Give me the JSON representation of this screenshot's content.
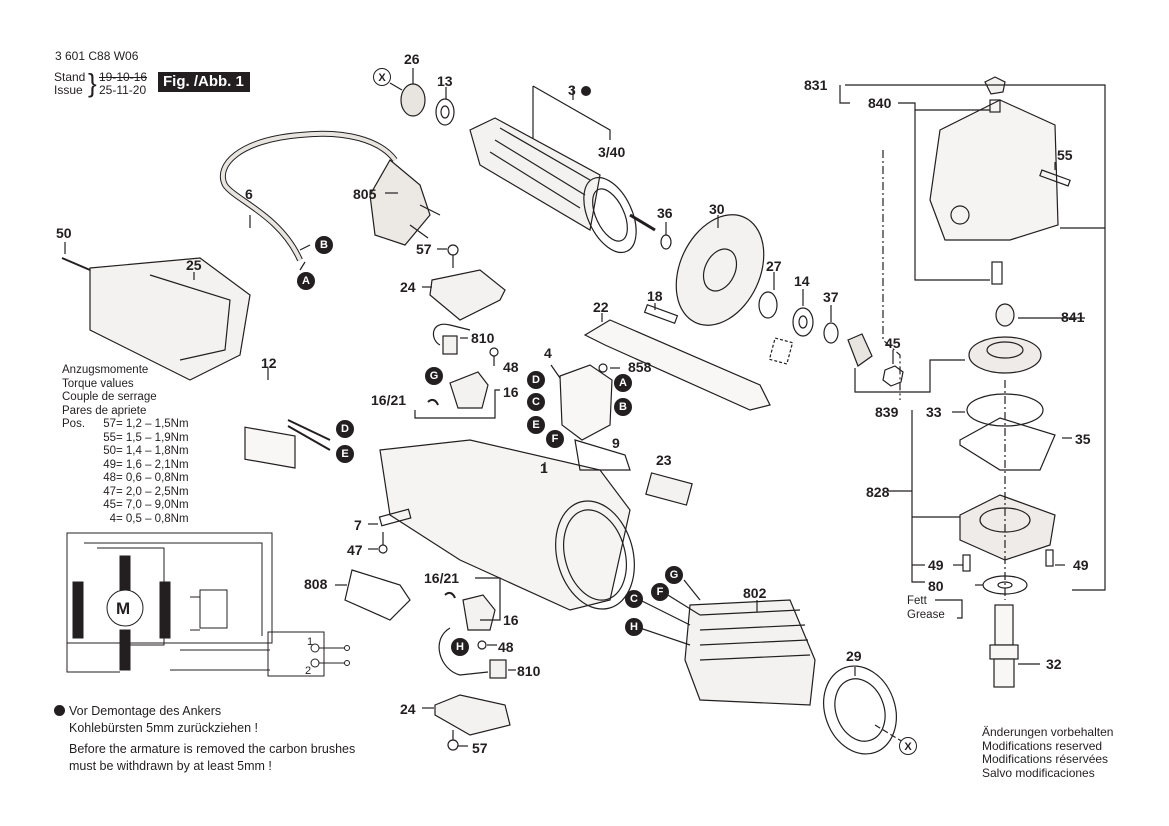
{
  "header": {
    "part_number": "3 601 C88 W06",
    "stand_label": "Stand",
    "issue_label": "Issue",
    "old_date": "19-10-16",
    "new_date": "25-11-20",
    "figure_label": "Fig. /Abb. 1"
  },
  "torque": {
    "titles": [
      "Anzugsmomente",
      "Torque values",
      "Couple de serrage",
      "Pares de apriete"
    ],
    "pos_label": "Pos.",
    "rows": [
      {
        "pos": "57",
        "range": "= 1,2  –  1,5Nm"
      },
      {
        "pos": "55",
        "range": "= 1,5  –  1,9Nm"
      },
      {
        "pos": "50",
        "range": "= 1,4  –  1,8Nm"
      },
      {
        "pos": "49",
        "range": "= 1,6  –  2,1Nm"
      },
      {
        "pos": "48",
        "range": "= 0,6  –  0,8Nm"
      },
      {
        "pos": "47",
        "range": "= 2,0  –  2,5Nm"
      },
      {
        "pos": "45",
        "range": "= 7,0  –  9,0Nm"
      },
      {
        "pos": "4",
        "range": "= 0,5  –  0,8Nm"
      }
    ]
  },
  "wiring": {
    "motor_label": "M",
    "switch_contact_1": "1",
    "switch_contact_2": "2"
  },
  "armature_note": {
    "line1": "Vor Demontage des Ankers",
    "line2": "Kohlebürsten 5mm zurückziehen !",
    "line3": "Before the armature is removed the carbon brushes",
    "line4": "must be withdrawn by at least 5mm !"
  },
  "modifications_note": [
    "Änderungen vorbehalten",
    "Modifications reserved",
    "Modifications réservées",
    "Salvo modificaciones"
  ],
  "grease_note": {
    "de": "Fett",
    "en": "Grease"
  },
  "part_labels": {
    "p26": "26",
    "p13": "13",
    "p3": "3",
    "p3_40": "3/40",
    "p805": "805",
    "p6": "6",
    "p50": "50",
    "p25": "25",
    "p57a": "57",
    "p24a": "24",
    "p810a": "810",
    "p48a": "48",
    "p16a": "16",
    "p16_21a": "16/21",
    "p12": "12",
    "p4": "4",
    "p858": "858",
    "p22": "22",
    "p18": "18",
    "p36": "36",
    "p30": "30",
    "p27": "27",
    "p14": "14",
    "p37": "37",
    "p45": "45",
    "p839": "839",
    "p9": "9",
    "p23": "23",
    "p1": "1",
    "p7": "7",
    "p47": "47",
    "p808": "808",
    "p16_21b": "16/21",
    "p16b": "16",
    "p48b": "48",
    "p810b": "810",
    "p24b": "24",
    "p57b": "57",
    "p802": "802",
    "p29": "29",
    "p831": "831",
    "p840": "840",
    "p55": "55",
    "p841": "841",
    "p33": "33",
    "p35": "35",
    "p828": "828",
    "p49a": "49",
    "p49b": "49",
    "p80": "80",
    "p32": "32"
  },
  "connectors": {
    "A": "A",
    "B": "B",
    "C": "C",
    "D": "D",
    "E": "E",
    "F": "F",
    "G": "G",
    "H": "H",
    "X": "X"
  }
}
